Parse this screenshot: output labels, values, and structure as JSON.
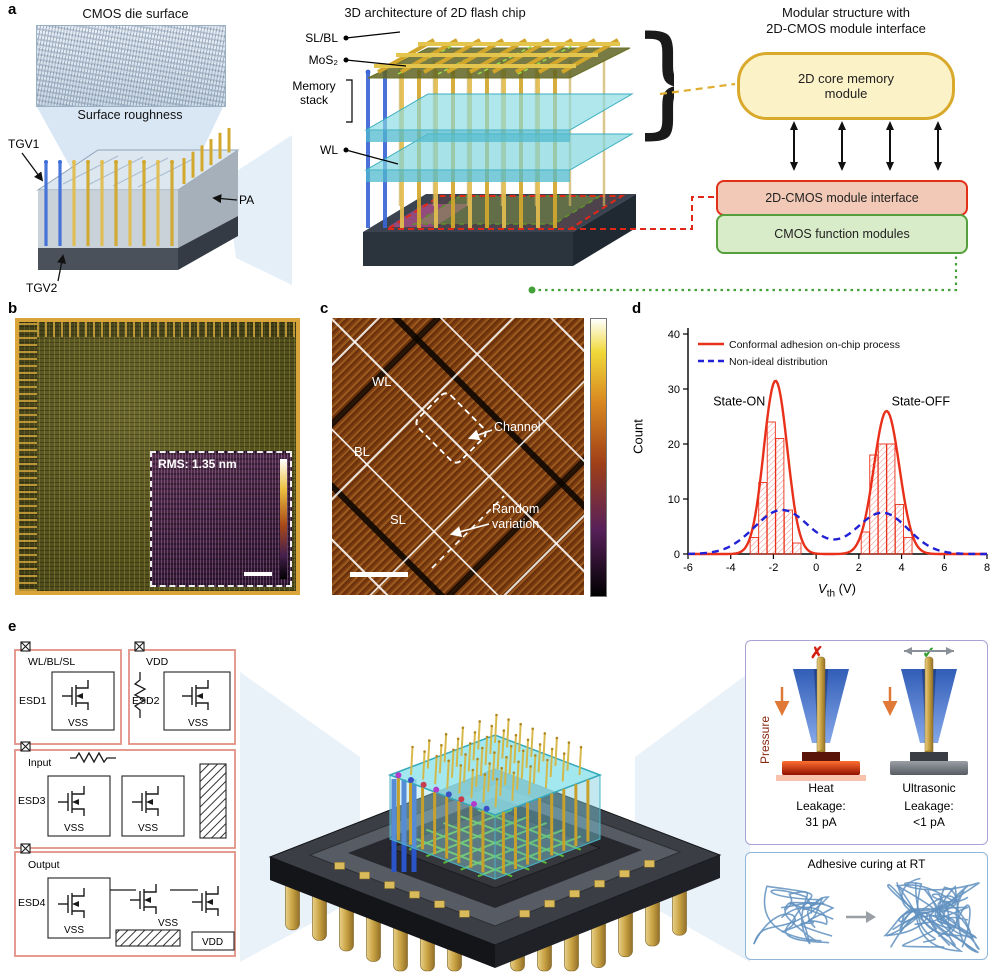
{
  "colors": {
    "accent_red": "#e8301a",
    "accent_blue": "#2121d6",
    "gold": "#d2a82e",
    "teal_layer": "#7fd4da",
    "yellow_box_border": "#d9a92c",
    "red_box_border": "#e23018",
    "green_box_border": "#55a03c"
  },
  "panels": {
    "a": {
      "label": "a",
      "cmos_title": "CMOS die surface",
      "surface_roughness": "Surface roughness",
      "tgv1": "TGV1",
      "tgv2": "TGV2",
      "pa": "PA",
      "arch_title": "3D architecture of 2D flash chip",
      "slbl": "SL/BL",
      "mos2": "MoS₂",
      "memory_stack_line1": "Memory",
      "memory_stack_line2": "stack",
      "wl": "WL",
      "modular_title_line1": "Modular structure with",
      "modular_title_line2": "2D-CMOS module interface",
      "module_boxes": {
        "memory": "2D core memory module",
        "interface": "2D-CMOS module interface",
        "cmos": "CMOS function modules"
      }
    },
    "b": {
      "label": "b",
      "rms_label": "RMS: 1.35 nm"
    },
    "c": {
      "label": "c",
      "wl": "WL",
      "bl": "BL",
      "sl": "SL",
      "channel": "Channel",
      "random_line1": "Random",
      "random_line2": "variation"
    },
    "d": {
      "label": "d",
      "ylabel": "Count",
      "xlabel_var": "V",
      "xlabel_sub": "th",
      "xlabel_rest": " (V)"
    },
    "e": {
      "label": "e",
      "circuits": {
        "box1_title": "WL/BL/SL",
        "esd1": "ESD1",
        "box2_title": "VDD",
        "esd2": "ESD2",
        "box3_title": "Input",
        "esd3": "ESD3",
        "box4_title": "Output",
        "esd4": "ESD4",
        "vss": "VSS",
        "vdd": "VDD"
      },
      "bonding": {
        "pressure": "Pressure",
        "cross": "✗",
        "check": "✓",
        "heat": "Heat",
        "ultrasonic": "Ultrasonic",
        "leakage_label": "Leakage:",
        "heat_value": "31 pA",
        "ultrasonic_value": "<1 pA"
      },
      "adhesive_title": "Adhesive curing at RT"
    }
  },
  "chart_data": {
    "type": "bar",
    "xlabel": "Vth (V)",
    "ylabel": "Count",
    "xlim": [
      -6,
      8
    ],
    "ylim": [
      0,
      40
    ],
    "xticks": [
      -6,
      -4,
      -2,
      0,
      2,
      4,
      6,
      8
    ],
    "yticks": [
      0,
      10,
      20,
      30,
      40
    ],
    "grid": false,
    "legend_position": "top-left",
    "legend": [
      {
        "label": "Conformal adhesion on-chip process",
        "color": "#e8301a",
        "style": "solid"
      },
      {
        "label": "Non-ideal distribution",
        "color": "#2121d6",
        "style": "dashed"
      }
    ],
    "annotations": [
      {
        "text": "State-ON",
        "x": -3.6,
        "y": 27
      },
      {
        "text": "State-OFF",
        "x": 4.9,
        "y": 27
      }
    ],
    "bars": {
      "color": "#e8301a",
      "bin_width": 0.38,
      "points": [
        {
          "x": -2.9,
          "count": 3
        },
        {
          "x": -2.5,
          "count": 13
        },
        {
          "x": -2.1,
          "count": 24
        },
        {
          "x": -1.7,
          "count": 21
        },
        {
          "x": -1.3,
          "count": 8
        },
        {
          "x": -0.9,
          "count": 2
        },
        {
          "x": 2.3,
          "count": 4
        },
        {
          "x": 2.7,
          "count": 18
        },
        {
          "x": 3.1,
          "count": 20
        },
        {
          "x": 3.5,
          "count": 20
        },
        {
          "x": 3.9,
          "count": 9
        },
        {
          "x": 4.3,
          "count": 3
        }
      ]
    },
    "curves": [
      {
        "name": "Conformal adhesion on-chip process",
        "color": "#e8301a",
        "style": "solid",
        "gaussians": [
          {
            "mean": -1.9,
            "amp": 31.5,
            "sigma": 0.55
          },
          {
            "mean": 3.3,
            "amp": 26,
            "sigma": 0.6
          }
        ]
      },
      {
        "name": "Non-ideal distribution",
        "color": "#2121d6",
        "style": "dashed",
        "gaussians": [
          {
            "mean": -1.6,
            "amp": 8,
            "sigma": 1.3
          },
          {
            "mean": 3.1,
            "amp": 7.5,
            "sigma": 1.2
          }
        ]
      }
    ]
  }
}
